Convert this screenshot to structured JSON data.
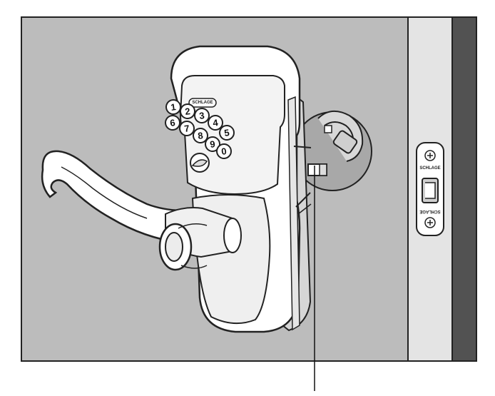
{
  "keypad": {
    "brand": "SCHLAGE",
    "row1": [
      "1",
      "2",
      "3",
      "4",
      "5"
    ],
    "row2": [
      "6",
      "7",
      "8",
      "9",
      "0"
    ]
  },
  "strike_plate": {
    "brand_top": "SCHLAGE",
    "brand_bottom": "SCHLAGE"
  },
  "colors": {
    "wall": "#bcbcbc",
    "door_edge": "#e4e4e4",
    "door_frame": "#525252",
    "hole_disc": "#a8a8a8"
  }
}
